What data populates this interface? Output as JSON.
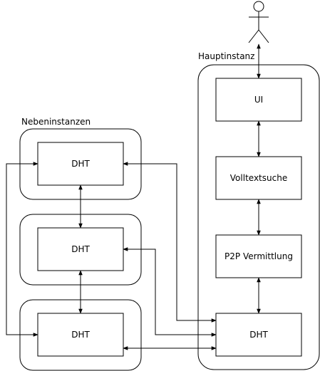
{
  "groups": {
    "main": "Hauptinstanz",
    "secondary": "Nebeninstanzen"
  },
  "nodes": {
    "ui": "UI",
    "search": "Volltextsuche",
    "p2p": "P2P Vermittlung",
    "dht_main": "DHT",
    "dht_1": "DHT",
    "dht_2": "DHT",
    "dht_3": "DHT"
  },
  "actor": {
    "icon": "stick-figure-user-icon"
  }
}
